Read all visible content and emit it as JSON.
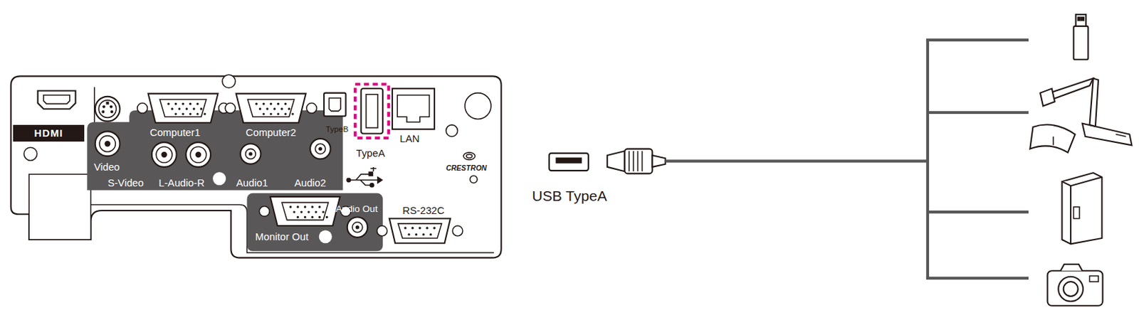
{
  "diagram": {
    "labels": [
      "HDMI",
      "Computer1",
      "Computer2",
      "TypeB",
      "LAN",
      "TypeA",
      "Video",
      "S-Video",
      "L-Audio-R",
      "Audio1",
      "Audio2",
      "CRESTRON",
      "Audio Out",
      "RS-232C",
      "Monitor Out",
      "USB TypeA"
    ]
  }
}
